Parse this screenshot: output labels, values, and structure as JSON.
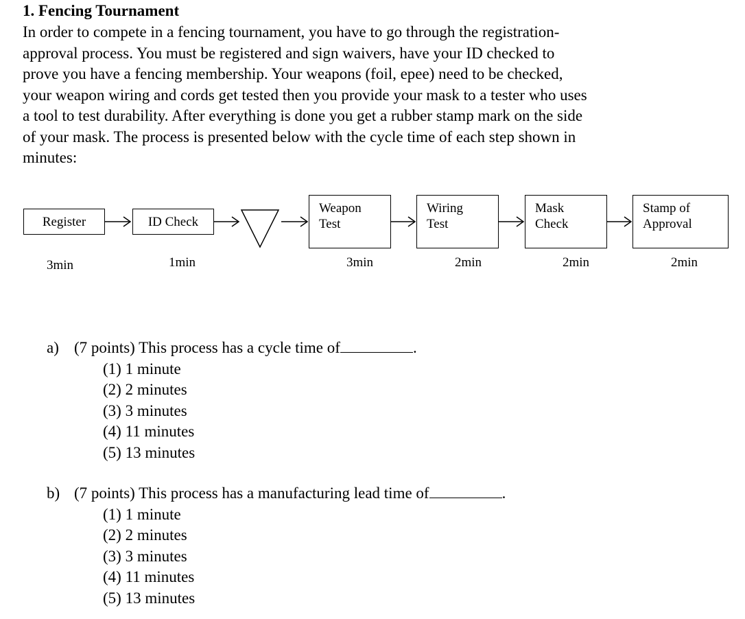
{
  "problem": {
    "title": "1. Fencing Tournament",
    "intro_lines": [
      "In order to compete in a fencing tournament, you have to go through the registration-",
      "approval process. You must be registered and sign waivers, have your ID checked to",
      "prove you have a fencing membership. Your weapons (foil, epee) need to be checked,",
      "your weapon wiring and cords get tested then you provide your mask to a tester who uses",
      "a tool to test durability. After everything is done you get a rubber stamp mark on the side",
      "of your mask. The process is presented below with the cycle time of each step shown in",
      "minutes:"
    ]
  },
  "process": {
    "steps": [
      {
        "line1": "Register",
        "line2": "",
        "time": "3min"
      },
      {
        "line1": "ID Check",
        "line2": "",
        "time": "1min"
      },
      {
        "line1": "Weapon",
        "line2": "Test",
        "time": "3min"
      },
      {
        "line1": "Wiring",
        "line2": "Test",
        "time": "2min"
      },
      {
        "line1": "Mask",
        "line2": "Check",
        "time": "2min"
      },
      {
        "line1": "Stamp of",
        "line2": "Approval",
        "time": "2min"
      }
    ]
  },
  "questions": [
    {
      "label": "a)",
      "stem": "(7 points) This process has a cycle time of",
      "options": [
        "(1) 1 minute",
        "(2) 2 minutes",
        "(3) 3 minutes",
        "(4) 11 minutes",
        "(5) 13 minutes"
      ]
    },
    {
      "label": "b)",
      "stem": "(7 points) This process has a manufacturing lead time of",
      "options": [
        "(1) 1 minute",
        "(2) 2 minutes",
        "(3) 3 minutes",
        "(4) 11 minutes",
        "(5) 13 minutes"
      ]
    }
  ]
}
